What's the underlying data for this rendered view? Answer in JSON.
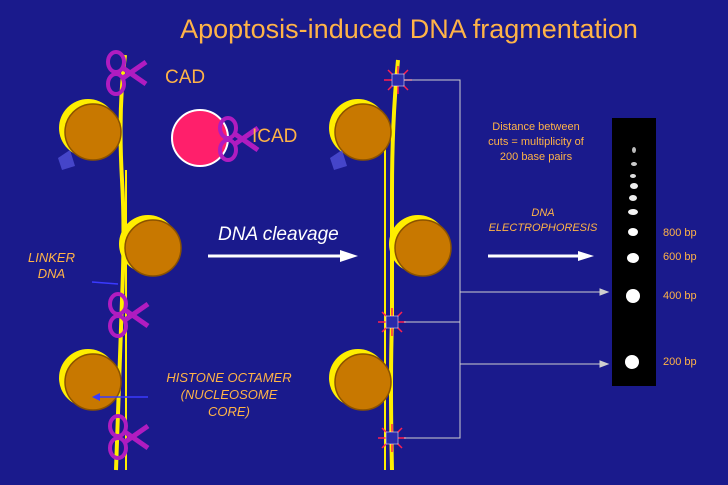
{
  "title": "Apoptosis-induced DNA fragmentation",
  "labels": {
    "cad": "CAD",
    "icad": "ICAD",
    "dna_cleavage": "DNA cleavage",
    "linker_dna_line1": "LINKER",
    "linker_dna_line2": "DNA",
    "histone_line1": "HISTONE OCTAMER",
    "histone_line2": "(NUCLEOSOME",
    "histone_line3": "CORE)",
    "distance_line1": "Distance between",
    "distance_line2": "cuts = multiplicity of",
    "distance_line3": "200 base pairs",
    "electro_line1": "DNA",
    "electro_line2": "ELECTROPHORESIS"
  },
  "gel_markers": [
    "800 bp",
    "600 bp",
    "400 bp",
    "200 bp"
  ],
  "colors": {
    "background": "#1a1a8c",
    "label_orange": "#ffb347",
    "dna_yellow": "#ffee00",
    "nucleosome": "#c87800",
    "scissors": "#b01cc0",
    "icad_pink": "#ff1f6b"
  }
}
